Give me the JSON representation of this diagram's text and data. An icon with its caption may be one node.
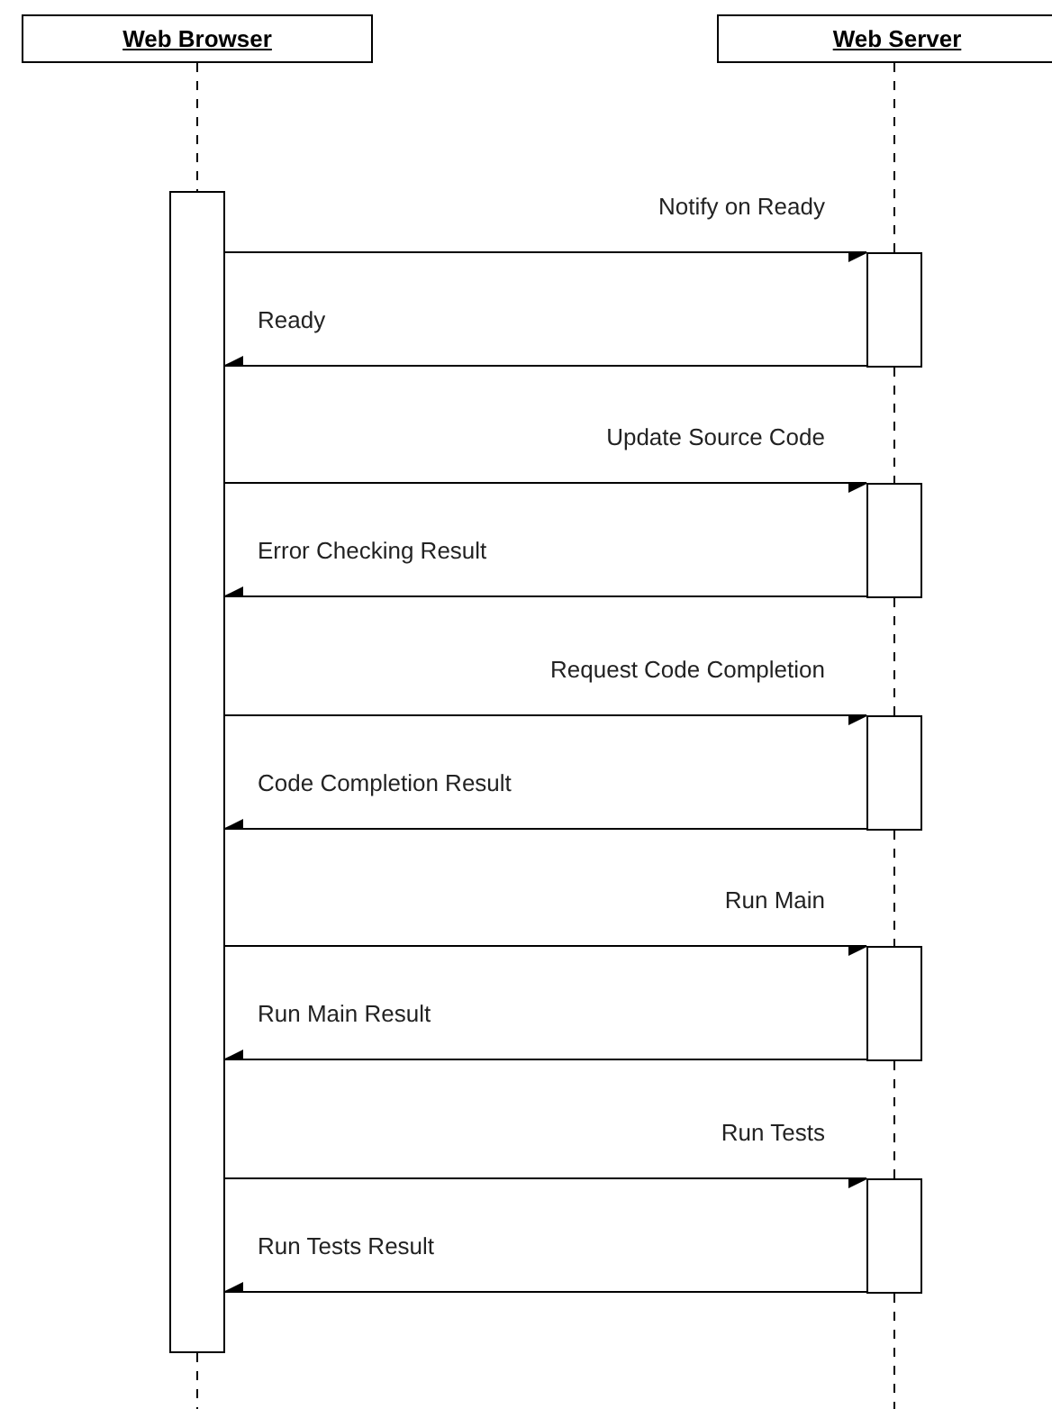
{
  "diagram": {
    "nodes": [
      {
        "text": [
          "Web Browser"
        ]
      },
      {
        "text": [
          "Web Server"
        ]
      },
      {
        "text": [],
        "shape": "box"
      },
      {
        "text": [],
        "shape": "box"
      },
      {
        "text": [],
        "shape": "box"
      },
      {
        "text": [],
        "shape": "box"
      },
      {
        "text": [],
        "shape": "box"
      },
      {
        "text": [],
        "shape": "box"
      }
    ],
    "edges": [
      {
        "from": 0,
        "to": 2,
        "arrow": "none",
        "style": "dashed"
      },
      {
        "from": 1,
        "to": 3,
        "arrow": "none",
        "style": "dashed"
      },
      {
        "from": 2,
        "to": 3,
        "arrow": "to",
        "label": "Notify on Ready"
      },
      {
        "from": 3,
        "to": 2,
        "arrow": "to",
        "label": "Ready"
      },
      {
        "from": 3,
        "to": 4,
        "arrow": "none",
        "style": "dashed"
      },
      {
        "from": 2,
        "to": 4,
        "arrow": "to",
        "label": "Update Source Code"
      },
      {
        "from": 4,
        "to": 2,
        "arrow": "to",
        "label": "Error Checking Result"
      },
      {
        "from": 4,
        "to": 5,
        "arrow": "none",
        "style": "dashed"
      },
      {
        "from": 2,
        "to": 5,
        "arrow": "to",
        "label": "Request Code Completion"
      },
      {
        "from": 5,
        "to": 2,
        "arrow": "to",
        "label": "Code Completion Result"
      },
      {
        "from": 5,
        "to": 6,
        "arrow": "none",
        "style": "dashed"
      },
      {
        "from": 2,
        "to": 6,
        "arrow": "to",
        "label": "Run Main"
      },
      {
        "from": 6,
        "to": 2,
        "arrow": "to",
        "label": "Run Main Result"
      },
      {
        "from": 6,
        "to": 7,
        "arrow": "none",
        "style": "dashed"
      },
      {
        "from": 2,
        "to": 7,
        "arrow": "to",
        "label": "Run Tests"
      },
      {
        "from": 7,
        "to": 2,
        "arrow": "to",
        "label": "Run Tests Result"
      },
      {
        "from": 2,
        "to": null,
        "arrow": "none",
        "style": "dashed"
      },
      {
        "from": 7,
        "to": null,
        "arrow": "none",
        "style": "dashed"
      }
    ]
  }
}
